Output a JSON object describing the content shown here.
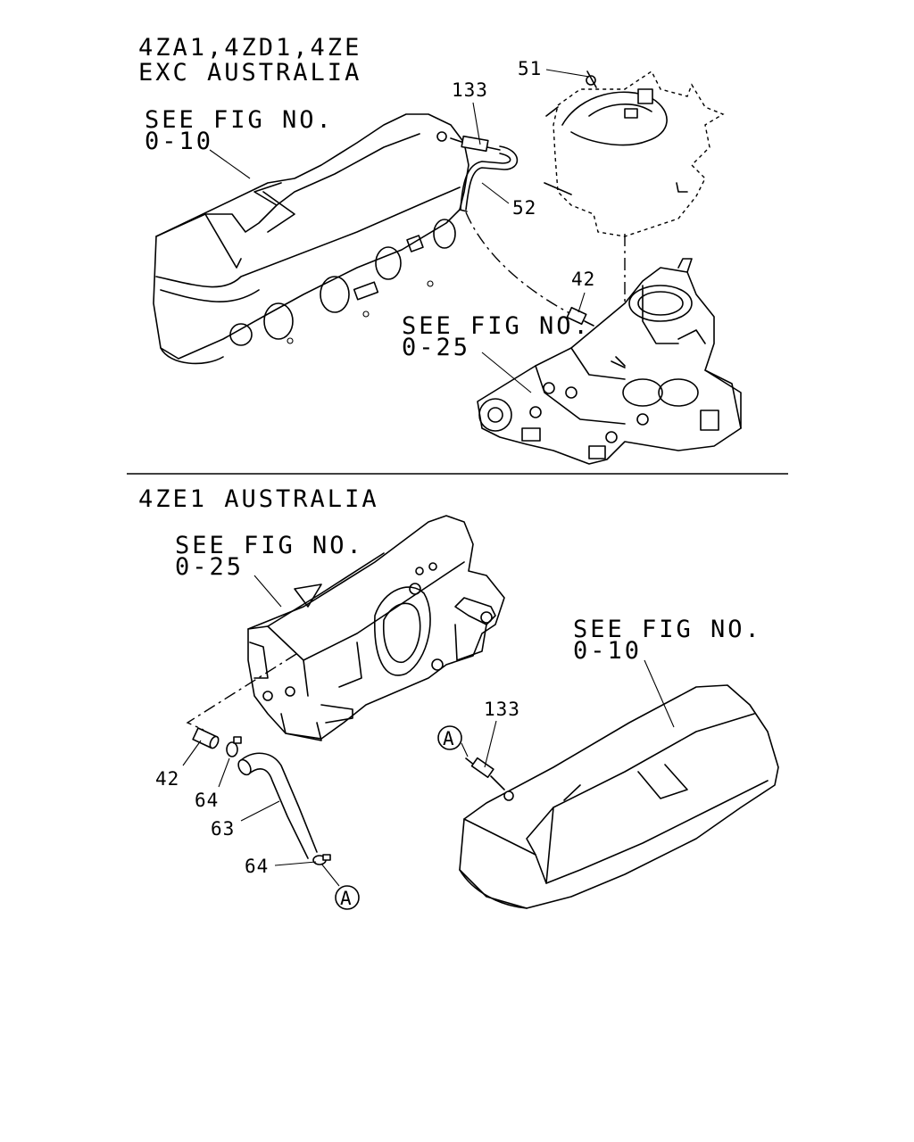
{
  "sections": [
    {
      "header": [
        "4ZA1,4ZD1,4ZE",
        "EXC AUSTRALIA"
      ],
      "references": [
        {
          "lines": [
            "SEE FIG NO.",
            "0-10"
          ]
        },
        {
          "lines": [
            "SEE FIG NO.",
            "0-25"
          ]
        }
      ],
      "callouts": [
        "133",
        "51",
        "52",
        "42"
      ]
    },
    {
      "header": [
        "4ZE1 AUSTRALIA"
      ],
      "references": [
        {
          "lines": [
            "SEE FIG NO.",
            "0-25"
          ]
        },
        {
          "lines": [
            "SEE FIG NO.",
            "0-10"
          ]
        }
      ],
      "callouts": [
        "133",
        "42",
        "64",
        "63",
        "64"
      ],
      "connector_marks": [
        "A",
        "A"
      ]
    }
  ]
}
